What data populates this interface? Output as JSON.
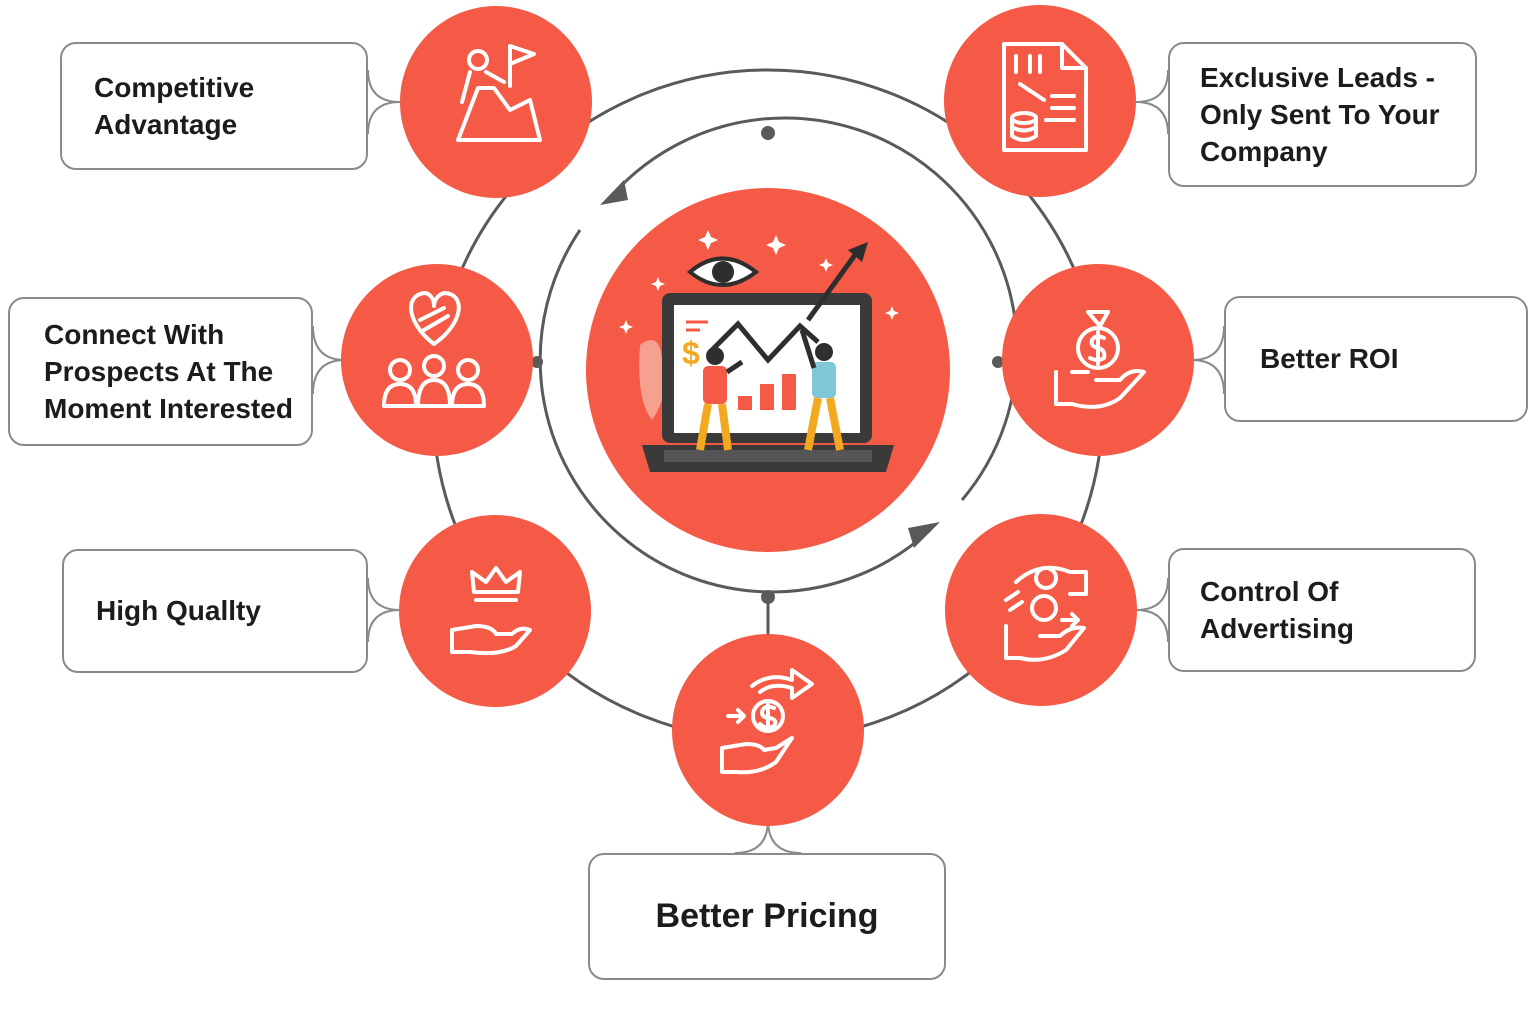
{
  "colors": {
    "accent": "#F45A45",
    "ring": "#5a5a5a",
    "icon_stroke": "#ffffff",
    "box_border": "#8a8a8a",
    "text": "#1c1c1c"
  },
  "nodes": [
    {
      "id": "competitive",
      "label": "Competitive Advantage",
      "icon": "mountain-flag-climber-icon"
    },
    {
      "id": "connect",
      "label": "Connect With Prospects At The Moment Interested",
      "icon": "heart-handshake-people-icon"
    },
    {
      "id": "quality",
      "label": "High Quallty",
      "icon": "crown-hand-icon"
    },
    {
      "id": "pricing",
      "label": "Better Pricing",
      "icon": "hand-coin-arrow-icon"
    },
    {
      "id": "control",
      "label": "Control Of Advertising",
      "icon": "hands-dollar-exchange-icon"
    },
    {
      "id": "roi",
      "label": "Better ROI",
      "icon": "money-bag-hand-icon"
    },
    {
      "id": "exclusive",
      "label": "Exclusive Leads - Only Sent To Your Company",
      "icon": "binary-document-coins-icon"
    }
  ],
  "center": {
    "icon": "laptop-growth-chart-illustration"
  },
  "box_lines": {
    "competitive": [
      "Competitive",
      "Advantage"
    ],
    "connect": [
      "Connect With",
      "Prospects At The",
      "Moment Interested"
    ],
    "quality": [
      "High Quallty"
    ],
    "pricing": [
      "Better Pricing"
    ],
    "control": [
      "Control Of",
      "Advertising"
    ],
    "roi": [
      "Better ROI"
    ],
    "exclusive": [
      "Exclusive Leads -",
      "Only Sent To Your",
      "Company"
    ]
  },
  "center_chart_symbol": "$"
}
